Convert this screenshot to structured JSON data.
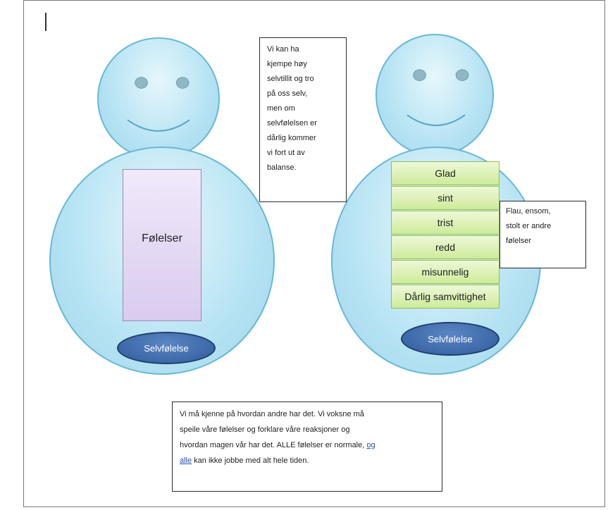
{
  "left_figure": {
    "feelings_label": "Følelser",
    "self_esteem_label": "Selvfølelse"
  },
  "right_figure": {
    "emotions": [
      "Glad",
      "sint",
      "trist",
      "redd",
      "misunnelig",
      "Dårlig samvittighet"
    ],
    "self_esteem_label": "Selvfølelse"
  },
  "textboxes": {
    "center_lines": [
      "Vi kan ha",
      "kjempe høy",
      "selvtillit og tro",
      "på oss selv,",
      "men om",
      "selvfølelsen er",
      "dårlig kommer",
      "vi fort ut av",
      "balanse."
    ],
    "right_lines": [
      "Flau, ensom,",
      "stolt er andre",
      "følelser"
    ],
    "bottom": {
      "line1": "Vi må kjenne på hvordan andre har det. Vi voksne må",
      "line2": "speile våre følelser og forklare våre reaksjoner og",
      "line3_a": "hvordan magen vår har det. ALLE følelser er normale, ",
      "line3_b": "og",
      "line4_a": "alle",
      "line4_b": " kan ikke jobbe med alt hele tiden."
    }
  },
  "colors": {
    "circle_fill": "#b6e3f3",
    "circle_border": "#67b8d7",
    "feelings_fill": "#d9cbee",
    "emotion_fill": "#cdeb9a",
    "oval_fill": "#3d68a8"
  }
}
